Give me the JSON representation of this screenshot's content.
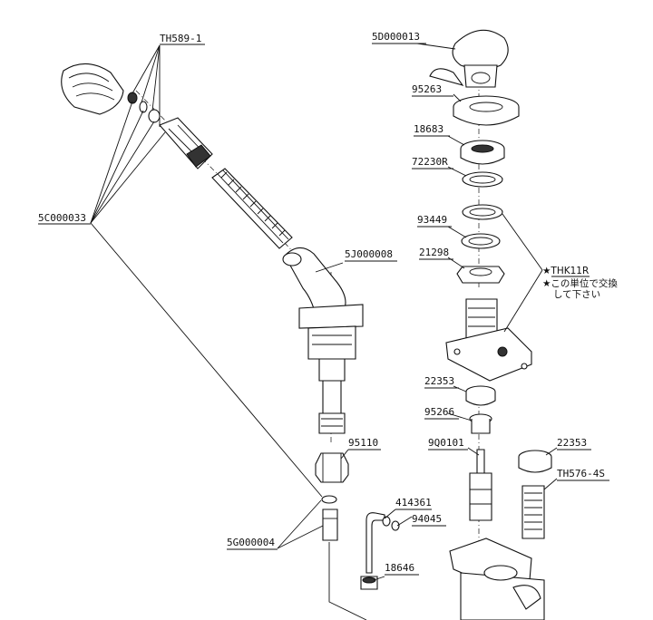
{
  "labels": {
    "th589_1": "TH589-1",
    "c5_000033": "5C000033",
    "j5_000008": "5J000008",
    "p95110": "95110",
    "g5_000004": "5G000004",
    "p414361": "414361",
    "p94045": "94045",
    "p18646": "18646",
    "d5_000013": "5D000013",
    "p95263": "95263",
    "p18683": "18683",
    "p72230r": "72230R",
    "p93449": "93449",
    "p21298": "21298",
    "thk11r": "★THK11R",
    "note_line1": "★この単位で交換",
    "note_line2": "して下さい",
    "p22353_a": "22353",
    "p95266": "95266",
    "p9q0101": "9Q0101",
    "p22353_b": "22353",
    "th576_4s": "TH576-4S"
  }
}
